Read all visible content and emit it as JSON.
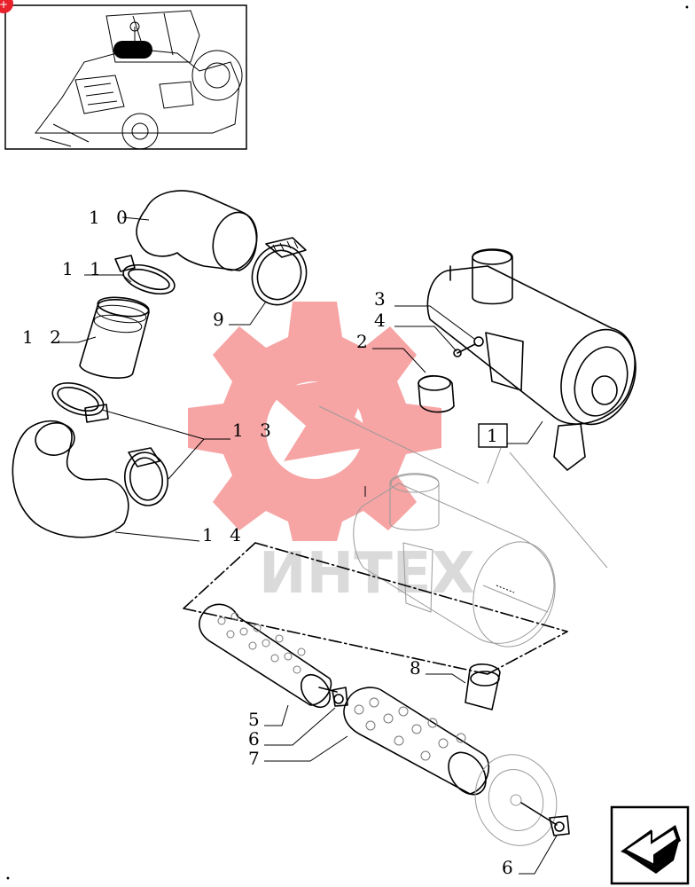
{
  "colors": {
    "line": "#000000",
    "ghost_line": "#9a9a9a",
    "watermark_red": "#f05a5a",
    "watermark_text": "#bdbdbd",
    "badge_red": "#e8212b"
  },
  "thumbnail": {
    "icon": "tractor-thumbnail-icon",
    "highlight": "air-filter-location"
  },
  "callouts": {
    "c1": "1",
    "c2": "2",
    "c3": "3",
    "c4": "4",
    "c5": "5",
    "c6a": "6",
    "c6b": "6",
    "c7": "7",
    "c8": "8",
    "c9": "9",
    "c10": "1 0",
    "c11": "1 1",
    "c12": "1 2",
    "c13": "1 3",
    "c14": "1 4"
  },
  "watermark": {
    "text": "ИНТЕХ",
    "icon": "gear-logo-icon"
  },
  "nav": {
    "icon": "next-page-arrow-icon"
  }
}
